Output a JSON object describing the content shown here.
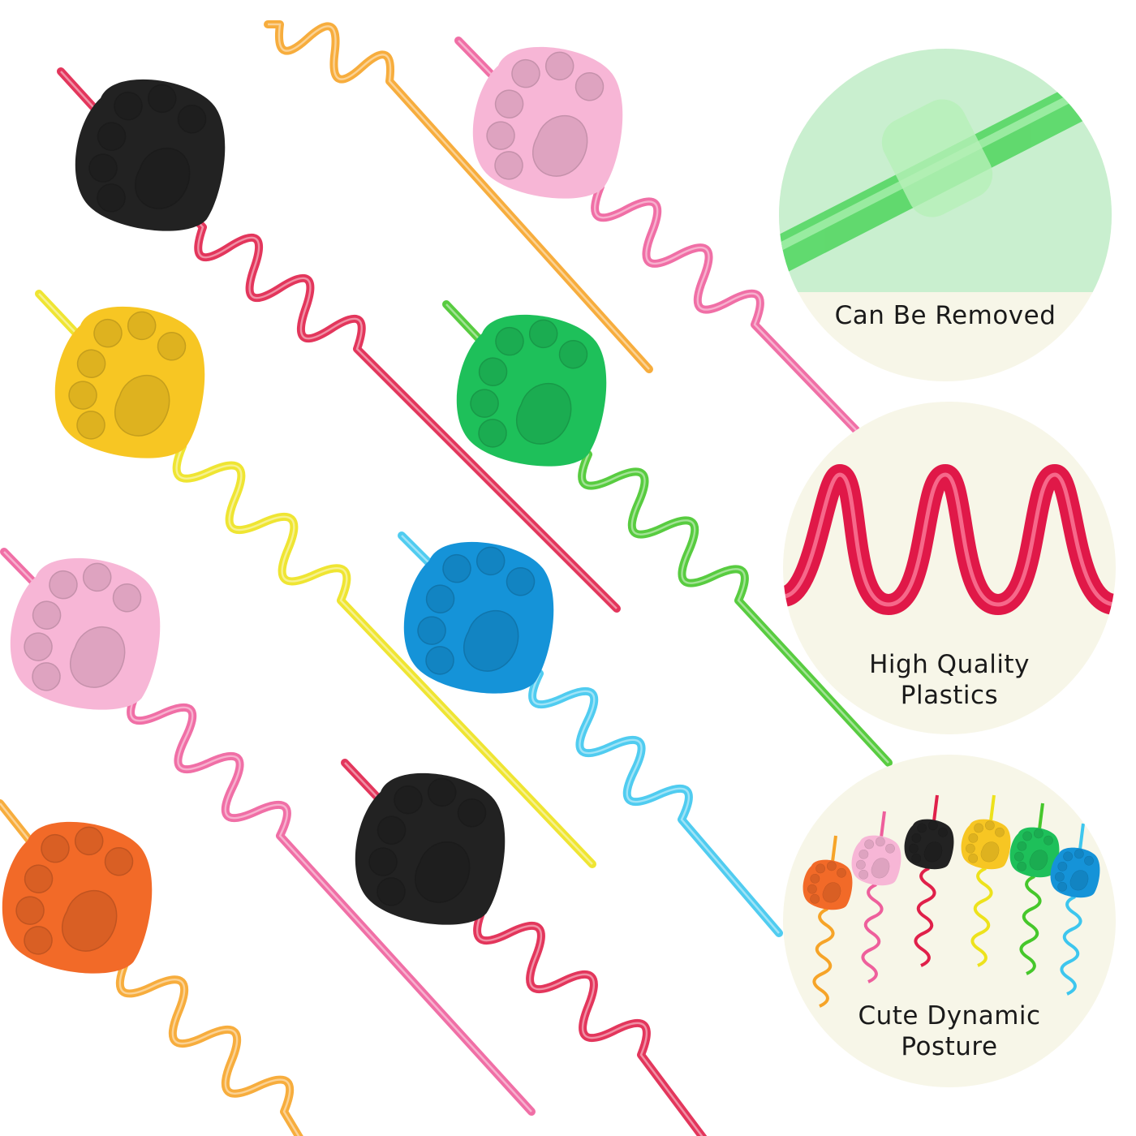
{
  "features": [
    {
      "label": "Can Be Removed"
    },
    {
      "label_line1": "High Quality",
      "label_line2": "Plastics"
    },
    {
      "label_line1": "Cute Dynamic",
      "label_line2": "Posture"
    }
  ],
  "colors": {
    "black": "#222222",
    "pink": "#f7b6d6",
    "yellow": "#f7c623",
    "green": "#1ec05a",
    "blue": "#1593d8",
    "orange": "#f26a28",
    "straw_red": "#e0204a",
    "straw_pink": "#ee5f9c",
    "straw_yellow": "#ede21c",
    "straw_green": "#46c72b",
    "straw_cyan": "#3dc6ee",
    "straw_orange": "#f6a428",
    "badge_bg": "#f7f6e8"
  }
}
